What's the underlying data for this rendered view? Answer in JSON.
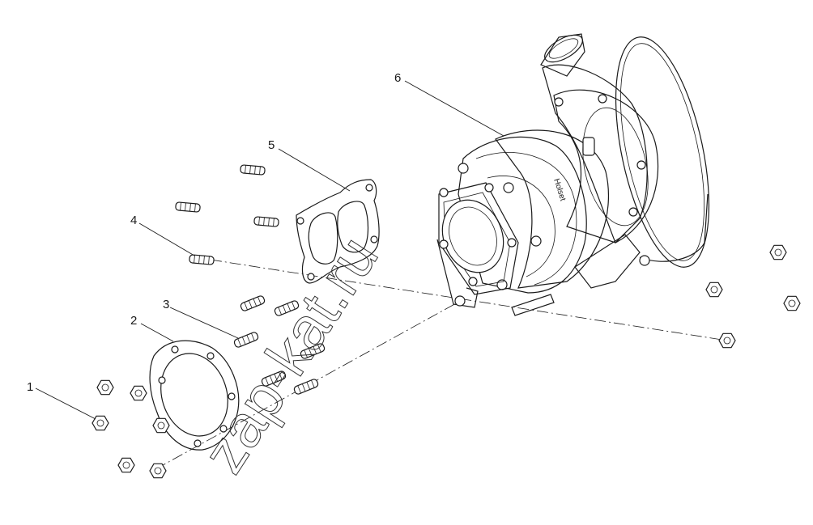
{
  "callouts": [
    {
      "id": "1",
      "label": "1"
    },
    {
      "id": "2",
      "label": "2"
    },
    {
      "id": "3",
      "label": "3"
    },
    {
      "id": "4",
      "label": "4"
    },
    {
      "id": "5",
      "label": "5"
    },
    {
      "id": "6",
      "label": "6"
    }
  ],
  "watermark": "zap-kat.ru",
  "housing_marking": "Holset"
}
